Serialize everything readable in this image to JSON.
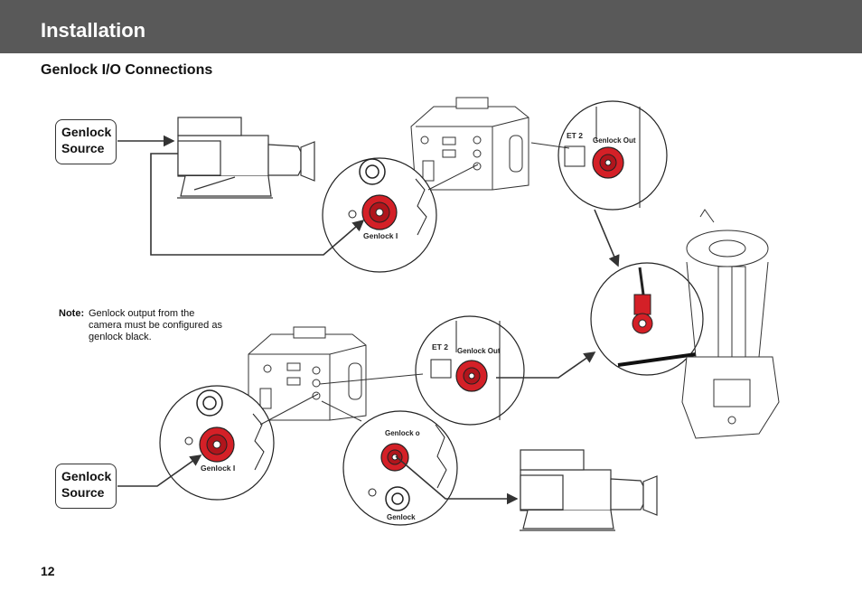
{
  "header": {
    "title": "Installation",
    "bar_color": "#595959"
  },
  "section": {
    "title": "Genlock I/O Connections"
  },
  "source_box_top": {
    "line1": "Genlock",
    "line2": "Source"
  },
  "source_box_bottom": {
    "line1": "Genlock",
    "line2": "Source"
  },
  "note": {
    "label": "Note:",
    "text": "Genlock output from the camera must be configured as genlock black."
  },
  "diagram": {
    "connector_color": "#d42027",
    "labels": {
      "genlock_in_top": "Genlock I",
      "genlock_out_top": "Genlock Out",
      "set2_top": "ET 2",
      "genlock_out_bottom": "Genlock Out",
      "set2_bottom": "ET 2",
      "genlock_in_bottom": "Genlock I",
      "genlock_out_loop": "Genlock o",
      "genlock_in_loop": "Genlock"
    }
  },
  "footer": {
    "page_number": "12"
  }
}
